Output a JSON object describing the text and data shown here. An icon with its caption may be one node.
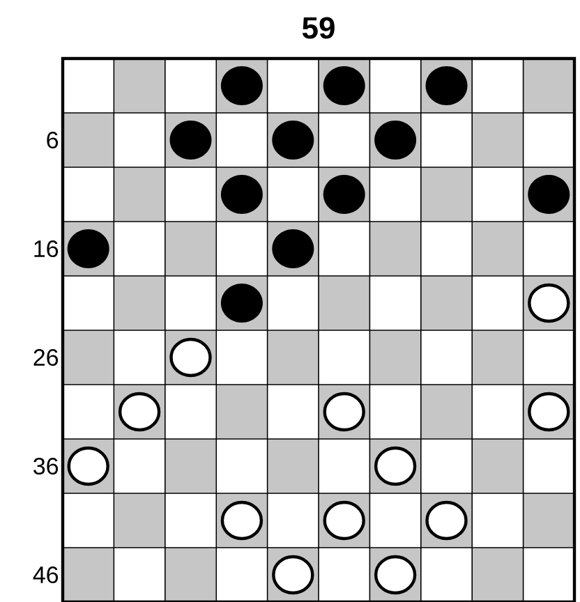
{
  "diagram": {
    "title": "59",
    "labels": [
      "6",
      "16",
      "26",
      "36",
      "46"
    ]
  }
}
